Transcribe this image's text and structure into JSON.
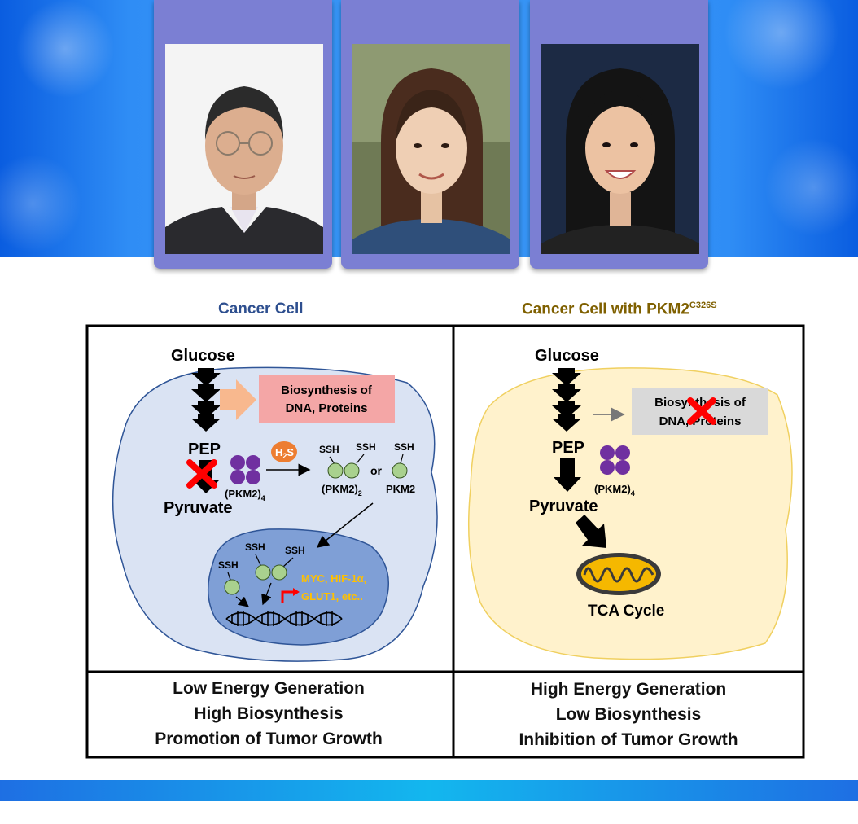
{
  "panels": {
    "left": {
      "title": "Cancer Cell",
      "glucose": "Glucose",
      "biosynthesis": [
        "Biosynthesis of",
        "DNA, Proteins"
      ],
      "pep": "PEP",
      "pyruvate": "Pyruvate",
      "pkm2_tetramer_main": "(PKM2)",
      "pkm2_tetramer_sub": "4",
      "h2s_main": "H",
      "h2s_sub": "2",
      "h2s_end": "S",
      "ssh": "SSH",
      "or": "or",
      "pkm2_dimer_main": "(PKM2)",
      "pkm2_dimer_sub": "2",
      "pkm2_monomer": "PKM2",
      "gene_targets": [
        "MYC, HIF-1α,",
        "GLUT1, etc.."
      ],
      "results": [
        "Low Energy Generation",
        "High Biosynthesis",
        "Promotion of Tumor Growth"
      ]
    },
    "right": {
      "title_main": "Cancer Cell with PKM2",
      "title_sup": "C326S",
      "glucose": "Glucose",
      "biosynthesis": [
        "Biosynthesis of",
        "DNA, Proteins"
      ],
      "pep": "PEP",
      "pyruvate": "Pyruvate",
      "pkm2_tetramer_main": "(PKM2)",
      "pkm2_tetramer_sub": "4",
      "tca": "TCA Cycle",
      "results": [
        "High Energy Generation",
        "Low Biosynthesis",
        "Inhibition of Tumor Growth"
      ]
    }
  },
  "colors": {
    "left_title": "#2e4f8f",
    "right_title": "#7f6000",
    "left_cell": "#dae3f3",
    "nucleus": "#7f9fd6",
    "right_cell": "#fff2cc",
    "bio_box_left": "#f4a6a6",
    "bio_box_right": "#d9d9d9",
    "arrow_orange": "#f8b88e",
    "h2s": "#ed7d31",
    "pkm2_purple": "#7030a0",
    "pkm2_green": "#a9d18e",
    "gene_text": "#ffc000",
    "cross_red": "#ff0000",
    "banner_blue": "#2f8df5",
    "card_purple": "#7b7fd3"
  }
}
